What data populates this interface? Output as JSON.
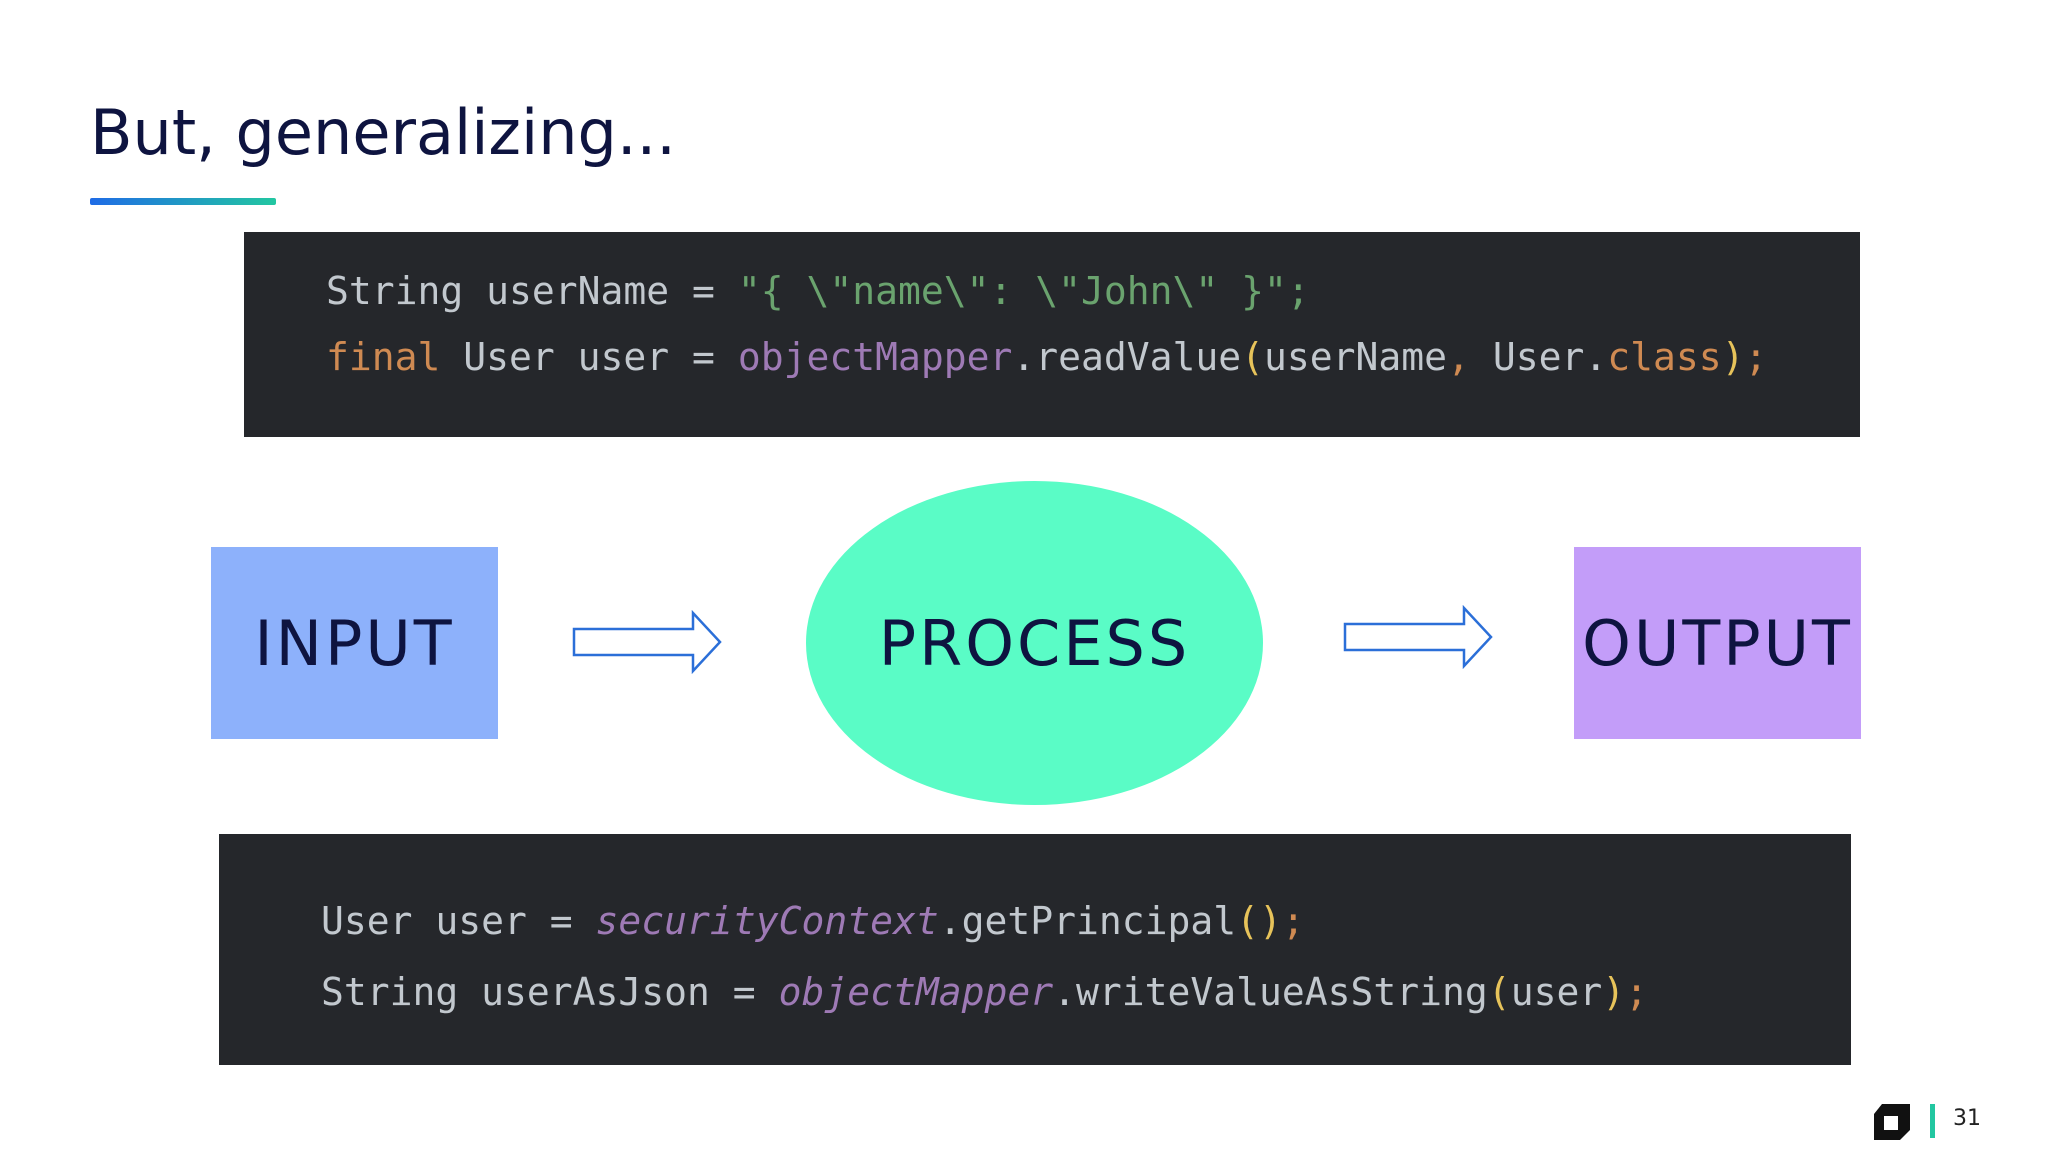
{
  "slide": {
    "title": "But, generalizing...",
    "page_number": "31"
  },
  "code_top": {
    "line1": {
      "a": "String userName = ",
      "b": "\"{ \\\"name\\\": \\\"John\\\" }\";"
    },
    "line2": {
      "a": "final",
      "b": " User user = ",
      "c": "objectMapper",
      "d": ".readValue",
      "e": "(",
      "f": "userName",
      "g": ", ",
      "h": "User.",
      "i": "class",
      "j": ")",
      "k": ";"
    }
  },
  "diagram": {
    "input_label": "INPUT",
    "process_label": "PROCESS",
    "output_label": "OUTPUT"
  },
  "code_bottom": {
    "line1": {
      "a": "User user = ",
      "b": "securityContext",
      "c": ".getPrincipal",
      "d": "()",
      "e": ";"
    },
    "line2": {
      "a": "String userAsJson = ",
      "b": "objectMapper",
      "c": ".writeValueAsString",
      "d": "(",
      "e": "user",
      "f": ")",
      "g": ";"
    }
  },
  "colors": {
    "title": "#0e1440",
    "input_box": "#8db1fb",
    "process_ellipse": "#5afcc6",
    "output_box": "#c39df9",
    "code_background": "#25272b",
    "arrow_stroke": "#2b6fd8"
  },
  "icons": {
    "logo": "cube-logo-icon",
    "arrow": "hollow-right-arrow-icon"
  }
}
